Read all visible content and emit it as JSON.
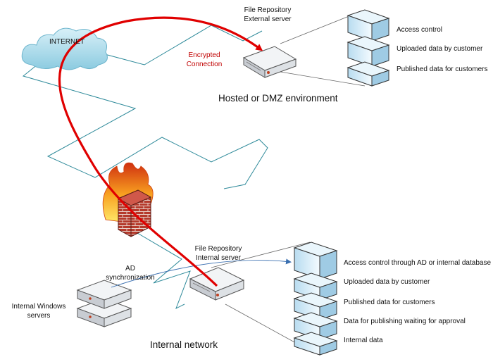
{
  "internet": {
    "label": "INTERNET"
  },
  "encrypted_connection": {
    "line1": "Encrypted",
    "line2": "Connection",
    "color": "#c00000"
  },
  "external_server": {
    "line1": "File Repository",
    "line2": "External server"
  },
  "external_stack": [
    "Access control",
    "Uploaded data by customer",
    "Published data for customers"
  ],
  "dmz": {
    "label": "Hosted or DMZ environment"
  },
  "internal_server": {
    "line1": "File Repository",
    "line2": "Internal server"
  },
  "ad_sync": {
    "line1": "AD",
    "line2": "synchronization"
  },
  "windows_servers": {
    "line1": "Internal Windows",
    "line2": "servers"
  },
  "internal_stack": [
    "Access control through AD or internal database",
    "Uploaded data by customer",
    "Published data for customers",
    "Data for publishing waiting for approval",
    "Internal data"
  ],
  "internal_network": {
    "label": "Internal network"
  },
  "colors": {
    "zone_line": "#2e8a9a",
    "cloud": "#a8dcea",
    "server_face": "#e4e8ec",
    "stack_face": "#cfe6f5",
    "brick": "#b03028",
    "flame": "#f07818"
  }
}
